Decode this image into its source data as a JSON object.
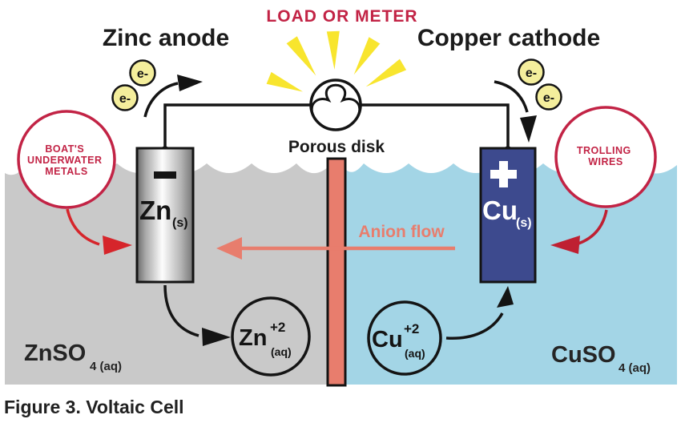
{
  "figure": {
    "caption": "Figure 3. Voltaic Cell",
    "load_label": "LOAD OR METER",
    "zinc_anode": "Zinc anode",
    "copper_cathode": "Copper cathode",
    "porous_disk": "Porous disk",
    "anion_flow": "Anion flow",
    "electron": "e-",
    "boats_circle": [
      "BOAT'S",
      "UNDERWATER",
      "METALS"
    ],
    "trolling_circle": [
      "TROLLING",
      "WIRES"
    ],
    "zinc_electrode": {
      "symbol": "Zn",
      "state": "(s)",
      "sign": "−"
    },
    "copper_electrode": {
      "symbol": "Cu",
      "state": "(s)",
      "sign": "+"
    },
    "zinc_ion": {
      "symbol": "Zn",
      "charge": "+2",
      "state": "(aq)"
    },
    "copper_ion": {
      "symbol": "Cu",
      "charge": "+2",
      "state": "(aq)"
    },
    "zinc_solution": {
      "formula": "ZnSO",
      "subscript": "4 (aq)"
    },
    "copper_solution": {
      "formula": "CuSO",
      "subscript": "4 (aq)"
    }
  },
  "colors": {
    "red_text": "#c22345",
    "salmon": "#e87d6d",
    "gray_solution": "#c9c9c9",
    "blue_solution": "#a3d5e6",
    "navy_electrode": "#3d4a8e",
    "ray_yellow": "#f8e52e",
    "electron_yellow": "#f4ee9c",
    "line_black": "#141414"
  }
}
